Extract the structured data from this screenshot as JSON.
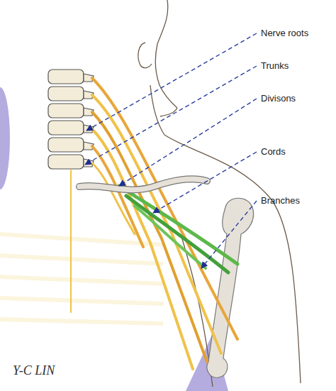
{
  "diagram": {
    "labels": [
      "Nerve roots",
      "Trunks",
      "Divisons",
      "Cords",
      "Branches",
      "Y-C LIN"
    ]
  }
}
